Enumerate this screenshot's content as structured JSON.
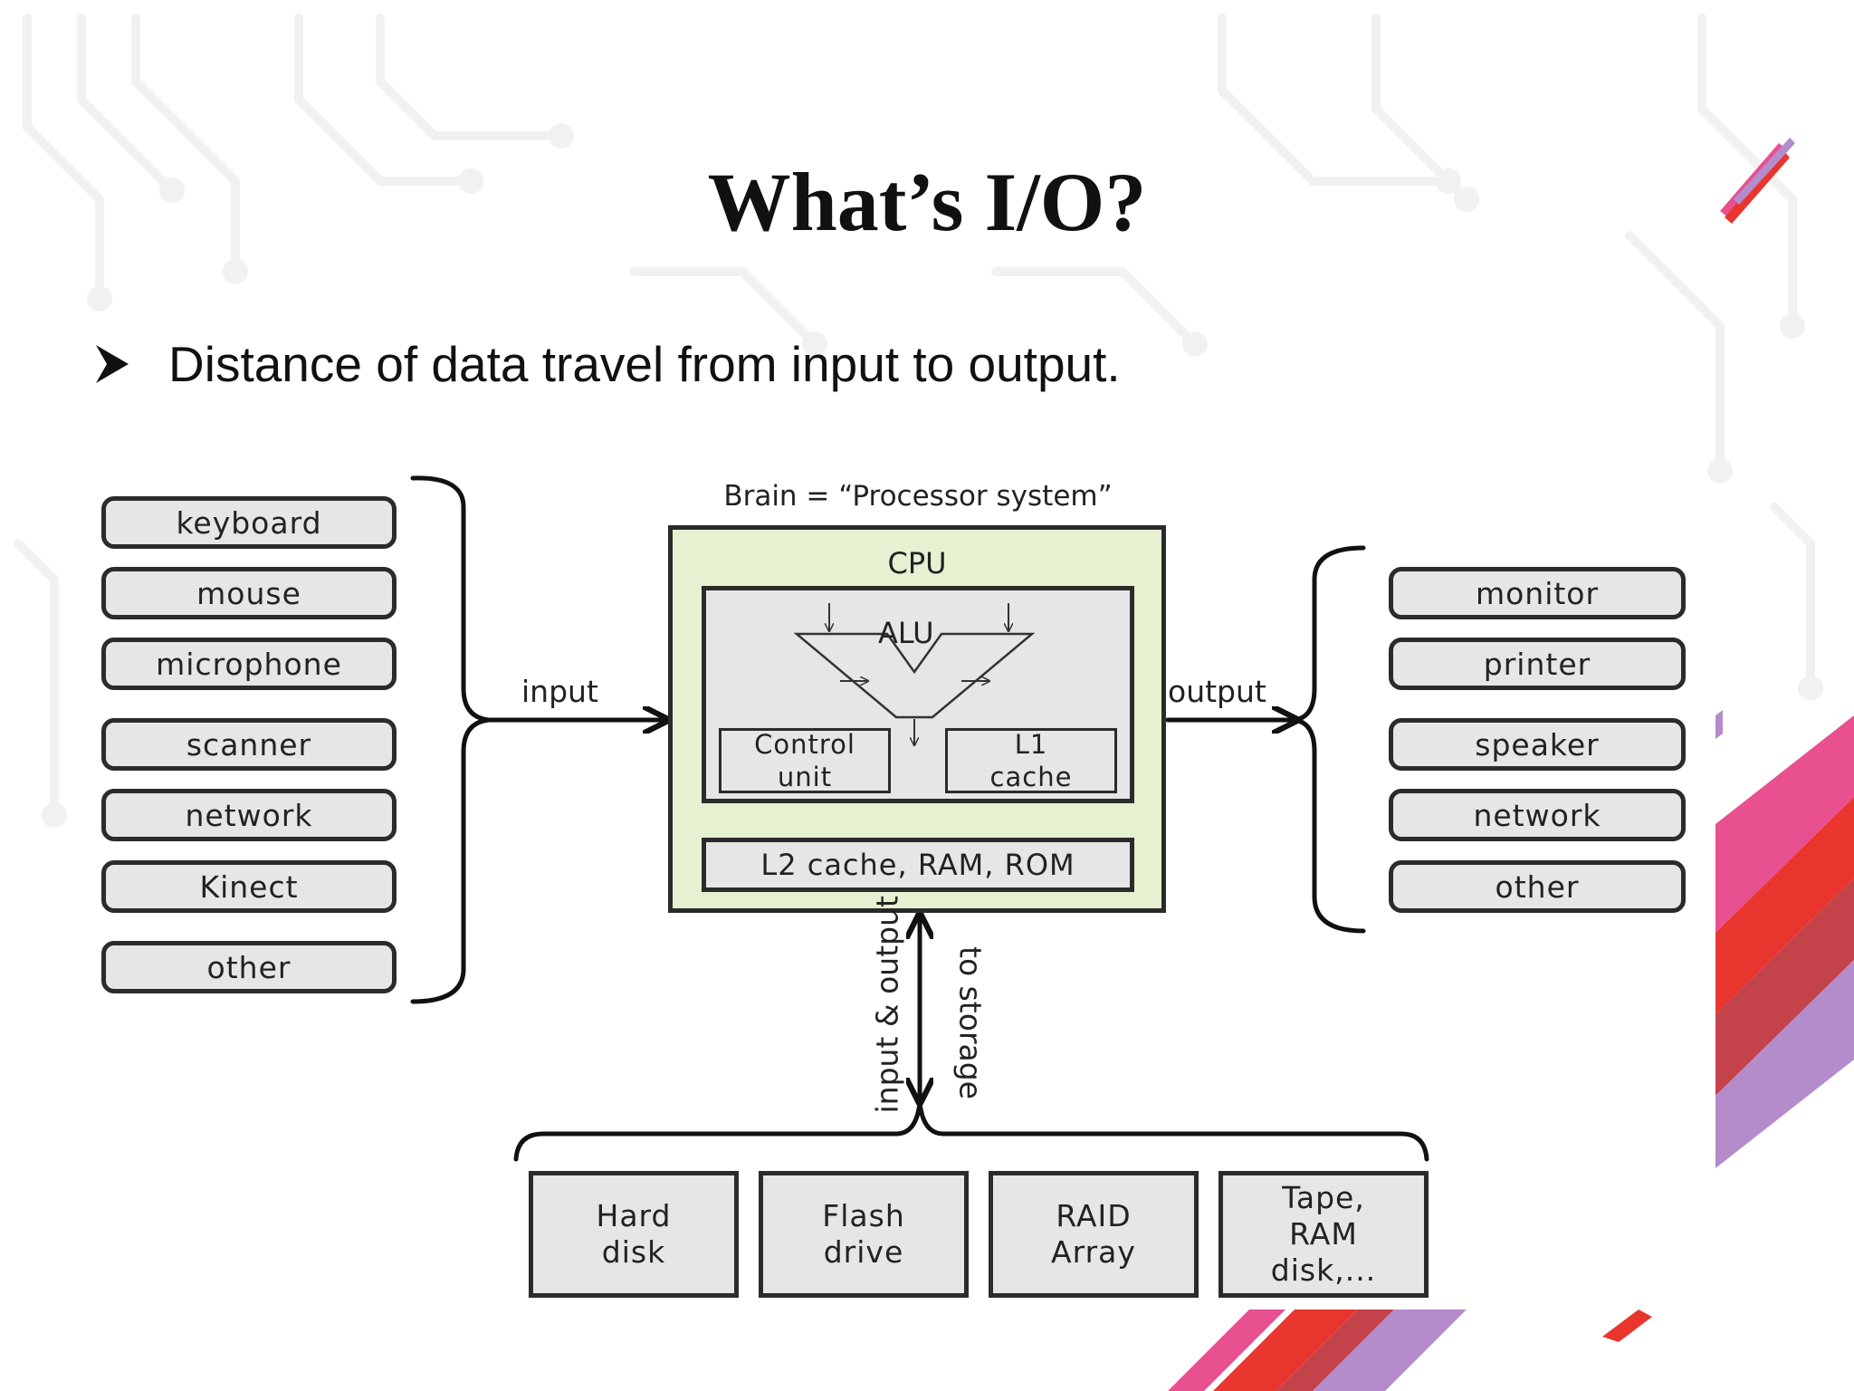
{
  "slide": {
    "title": "What’s I/O?",
    "bullet": "Distance of data travel from input to output."
  },
  "diagram": {
    "brain_label": "Brain = “Processor system”",
    "cpu_label": "CPU",
    "alu_label": "ALU",
    "control_unit": [
      "Control",
      "unit"
    ],
    "l1_cache": [
      "L1",
      "cache"
    ],
    "memory_label": "L2 cache, RAM, ROM",
    "input_label": "input",
    "output_label": "output",
    "io_label": "input & output",
    "storage_label": "to storage",
    "input_devices": [
      "keyboard",
      "mouse",
      "microphone",
      "scanner",
      "network",
      "Kinect",
      "other"
    ],
    "output_devices": [
      "monitor",
      "printer",
      "speaker",
      "network",
      "other"
    ],
    "storage_devices": [
      [
        "Hard",
        "disk"
      ],
      [
        "Flash",
        "drive"
      ],
      [
        "RAID",
        "Array"
      ],
      [
        "Tape,",
        "RAM",
        "disk,..."
      ]
    ]
  },
  "colors": {
    "cpu_fill": "#e6f1d2",
    "box_fill": "#e6e6e6",
    "accent_red": "#e8362f",
    "accent_pink": "#e8508f",
    "accent_purple": "#b48ccc"
  }
}
